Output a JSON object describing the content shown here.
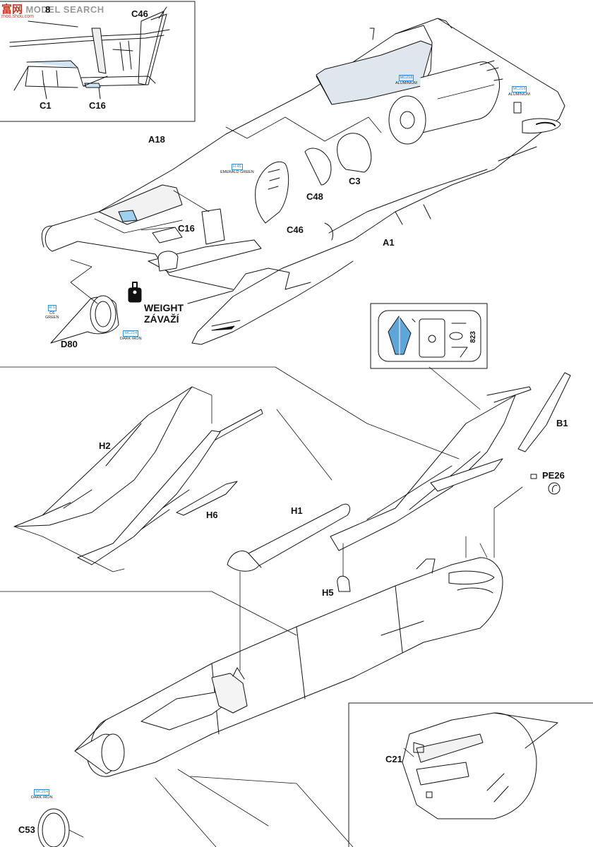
{
  "watermark": {
    "chinese": "富网",
    "english": "MODEL SEARCH",
    "url": "moo.shou.com"
  },
  "inset_top": {
    "labels": {
      "c46": "C46",
      "c1": "C1",
      "c16": "C16",
      "partial_top": "8"
    }
  },
  "cockpit_section": {
    "labels": {
      "a18": "A18",
      "c16": "C16",
      "c46": "C46",
      "c48": "C48",
      "c3": "C3",
      "a1": "A1",
      "d80": "D80"
    },
    "weight": {
      "line1": "WEIGHT",
      "line2": "ZÁVAŽÍ"
    },
    "paint_refs": [
      {
        "code": "MC218",
        "name": "ALUMINIUM"
      },
      {
        "code": "MC218",
        "name": "ALUMINIUM"
      },
      {
        "code": "H 46",
        "name": "EMERALD GREEN"
      },
      {
        "code": "H 6",
        "name": "C6",
        "extra": "GREEN"
      },
      {
        "code": "MC214",
        "name": "DARK IRON"
      }
    ]
  },
  "photo_etch_fret": {
    "number": "823"
  },
  "main_assembly": {
    "labels": {
      "h2": "H2",
      "h6": "H6",
      "h1": "H1",
      "h5": "H5",
      "b1": "B1",
      "pe26": "PE26",
      "c21": "C21",
      "c53": "C53"
    },
    "paint_refs": [
      {
        "code": "MC214",
        "name": "DARK IRON"
      }
    ]
  },
  "colors": {
    "paint_blue": "#3b8fc7",
    "line": "#111111",
    "shade": "#d9dde2"
  }
}
